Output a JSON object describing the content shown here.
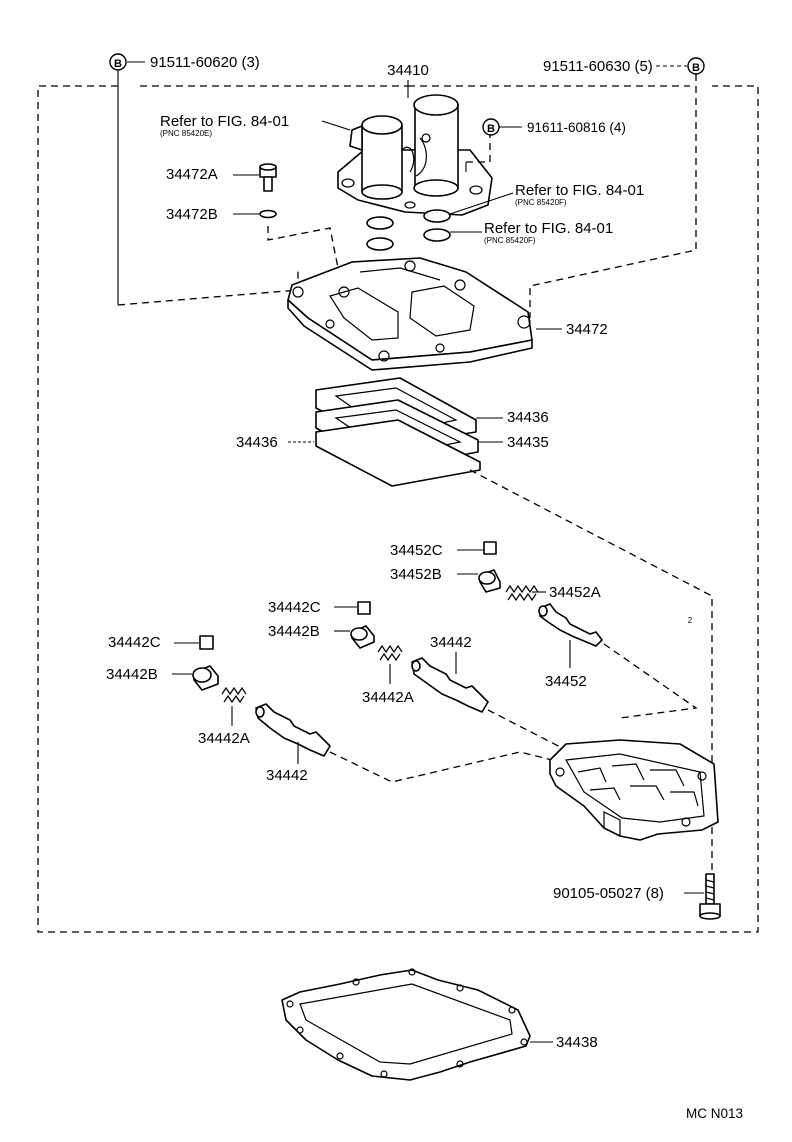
{
  "assembly_label": "34410",
  "bolt_left": {
    "badge": "B",
    "label": "91511-60620 (3)"
  },
  "bolt_right": {
    "badge": "B",
    "label": "91511-60630 (5)"
  },
  "bolt_solenoid": {
    "badge": "B",
    "label": "91611-60816 (4)"
  },
  "refs": [
    {
      "text": "Refer to FIG. 84-01",
      "pnc": "(PNC 85420E)"
    },
    {
      "text": "Refer to FIG. 84-01",
      "pnc": "(PNC 85420F)"
    },
    {
      "text": "Refer to FIG. 84-01",
      "pnc": "(PNC 85420F)"
    }
  ],
  "parts": {
    "p34472A": "34472A",
    "p34472B": "34472B",
    "p34472": "34472",
    "p34436_right": "34436",
    "p34436_left": "34436",
    "p34435": "34435",
    "p34452C": "34452C",
    "p34452B": "34452B",
    "p34452A": "34452A",
    "p34452": "34452",
    "p34442C_mid": "34442C",
    "p34442B_mid": "34442B",
    "p34442_mid": "34442",
    "p34442A_mid": "34442A",
    "p34442C_left": "34442C",
    "p34442B_left": "34442B",
    "p34442A_left": "34442A",
    "p34442_left": "34442",
    "bolt_bottom": "90105-05027 (8)",
    "p34438": "34438"
  },
  "small_mark": "2",
  "figure_code": "MC N013"
}
